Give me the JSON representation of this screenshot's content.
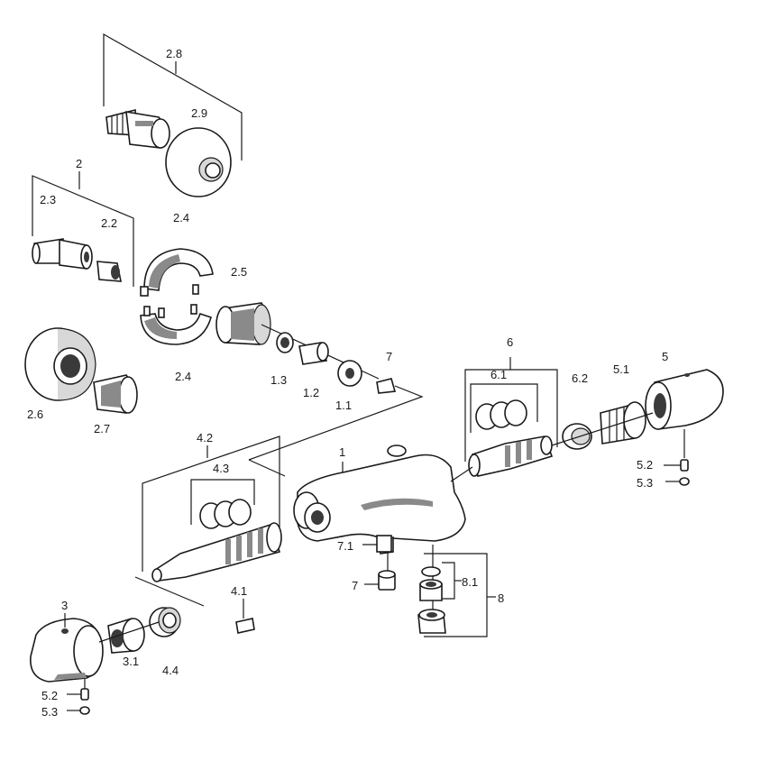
{
  "labels": {
    "l_2_8": "2.8",
    "l_2_9": "2.9",
    "l_2": "2",
    "l_2_3": "2.3",
    "l_2_2": "2.2",
    "l_2_4_top": "2.4",
    "l_2_4_bot": "2.4",
    "l_2_5": "2.5",
    "l_1_3": "1.3",
    "l_1_2": "1.2",
    "l_1_1": "1.1",
    "l_7_top": "7",
    "l_2_6": "2.6",
    "l_2_7": "2.7",
    "l_6": "6",
    "l_6_1": "6.1",
    "l_6_2": "6.2",
    "l_5_1": "5.1",
    "l_5": "5",
    "l_5_2_right": "5.2",
    "l_5_3_right": "5.3",
    "l_1": "1",
    "l_4_2": "4.2",
    "l_4_3": "4.3",
    "l_7_1": "7.1",
    "l_7_bot": "7",
    "l_8_1": "8.1",
    "l_8": "8",
    "l_4_1": "4.1",
    "l_3": "3",
    "l_3_1": "3.1",
    "l_4_4": "4.4",
    "l_5_2_left": "5.2",
    "l_5_3_left": "5.3"
  }
}
